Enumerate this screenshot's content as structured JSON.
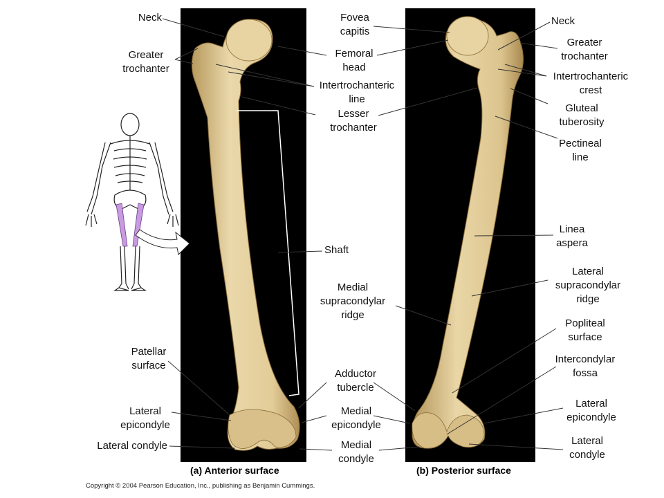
{
  "panels": {
    "anterior": {
      "caption": "(a) Anterior surface"
    },
    "posterior": {
      "caption": "(b) Posterior surface"
    }
  },
  "labels": {
    "a_neck": "Neck",
    "a_greater_trochanter": "Greater\ntrochanter",
    "a_patellar_surface": "Patellar\nsurface",
    "a_lateral_epicondyle": "Lateral\nepicondyle",
    "a_lateral_condyle": "Lateral condyle",
    "fovea_capitis": "Fovea\ncapitis",
    "femoral_head": "Femoral\nhead",
    "intertrochanteric_line": "Intertrochanteric\nline",
    "lesser_trochanter": "Lesser\ntrochanter",
    "shaft": "Shaft",
    "medial_supracondylar_ridge": "Medial\nsupracondylar\nridge",
    "adductor_tubercle": "Adductor\ntubercle",
    "medial_epicondyle": "Medial\nepicondyle",
    "medial_condyle": "Medial\ncondyle",
    "b_neck": "Neck",
    "b_greater_trochanter": "Greater\ntrochanter",
    "intertrochanteric_crest": "Intertrochanteric\ncrest",
    "gluteal_tuberosity": "Gluteal\ntuberosity",
    "pectineal_line": "Pectineal\nline",
    "linea_aspera": "Linea\naspera",
    "lateral_supracondylar_ridge": "Lateral\nsupracondylar\nridge",
    "popliteal_surface": "Popliteal\nsurface",
    "intercondylar_fossa": "Intercondylar\nfossa",
    "b_lateral_epicondyle": "Lateral\nepicondyle",
    "b_lateral_condyle": "Lateral\ncondyle"
  },
  "copyright": "Copyright © 2004 Pearson Education, Inc., publishing as Benjamin Cummings.",
  "colors": {
    "bone": "#e6d3a3",
    "bone_shade": "#c9ad72",
    "panel": "#000000",
    "femur_highlight": "#c89be0",
    "leader": "#333333"
  }
}
